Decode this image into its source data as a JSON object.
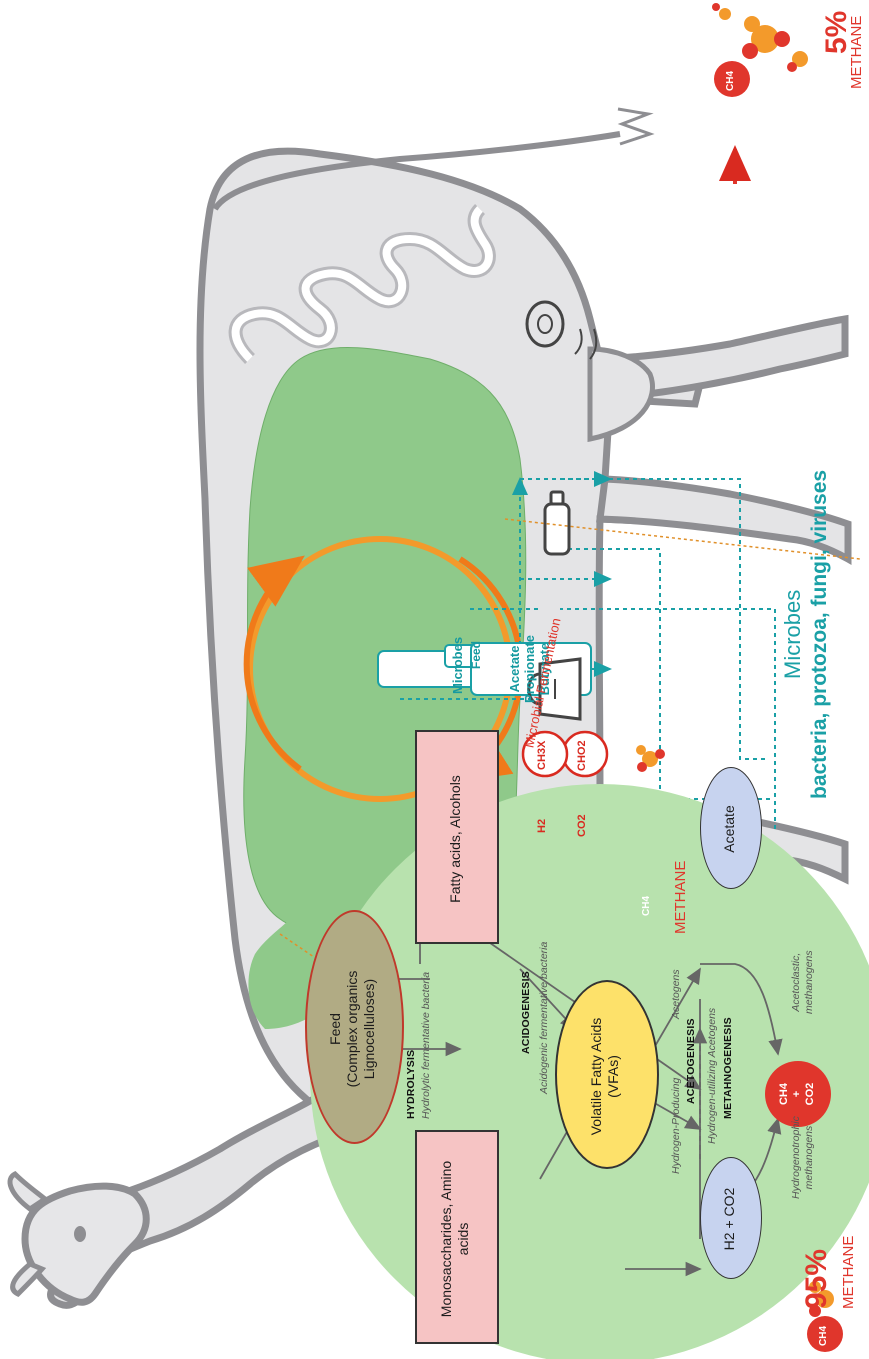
{
  "microbes": {
    "title": "Microbes",
    "subtitle": "bacteria, protozoa, fungi, viruses"
  },
  "emissions": {
    "front": {
      "formula": "CH4",
      "percent": "95%",
      "label": "METHANE"
    },
    "mid": {
      "formula": "CH4",
      "label": "METHANE"
    },
    "rear": {
      "formula": "CH4",
      "percent": "5%",
      "label": "METHANE"
    }
  },
  "rumen": {
    "microbes_box": "Microbes",
    "feed_box": "Feed",
    "vfa_box": [
      "Acetate",
      "Propionate",
      "Butyrate"
    ],
    "cycle_label": "Microbial Fermentation",
    "gases": [
      "CO2",
      "CHO2",
      "H2",
      "CH3X"
    ]
  },
  "pathway": {
    "feed": [
      "Feed",
      "(Complex organics",
      "Lignocelluloses)"
    ],
    "monosaccharides": [
      "Monosaccharides, Amino",
      "acids"
    ],
    "fatty_acids": "Fatty acids, Alcohols",
    "vfas": [
      "Volatile Fatty Acids",
      "(VFAs)"
    ],
    "acetate": "Acetate",
    "h2co2": "H2 + CO2",
    "final": [
      "CH4",
      "+",
      "CO2"
    ],
    "stages": {
      "hydrolysis": "HYDROLYSIS",
      "hydrolysis_sub": "Hydrolytic fermentative bacteria",
      "acidogenesis": "ACIDOGENESIS",
      "acidogenesis_sub": "Acidogenic fermentative bacteria",
      "acetogenesis": "ACETOGENESIS",
      "h_producing": "Hydrogen-Producing",
      "acetogens": "Acetogens",
      "h_utilizing": "Hydrogen-utilizing Acetogens",
      "methanogenesis": "METAHNOGENESIS",
      "hydrogenotrophic": [
        "Hydrogenotrophic",
        "methanogens"
      ],
      "acetoclastic": [
        "Acetoclastic,",
        "methanogens"
      ]
    }
  },
  "colors": {
    "teal": "#1aa0a6",
    "red": "#e0362c",
    "orange": "#f39a2b",
    "rumen_green": "#8fc98a",
    "bg_circle": "#b8e2ae",
    "cow_grey": "#e4e4e6"
  },
  "products": [
    "meat-icon",
    "milk-icon",
    "leather-bag-icon"
  ]
}
